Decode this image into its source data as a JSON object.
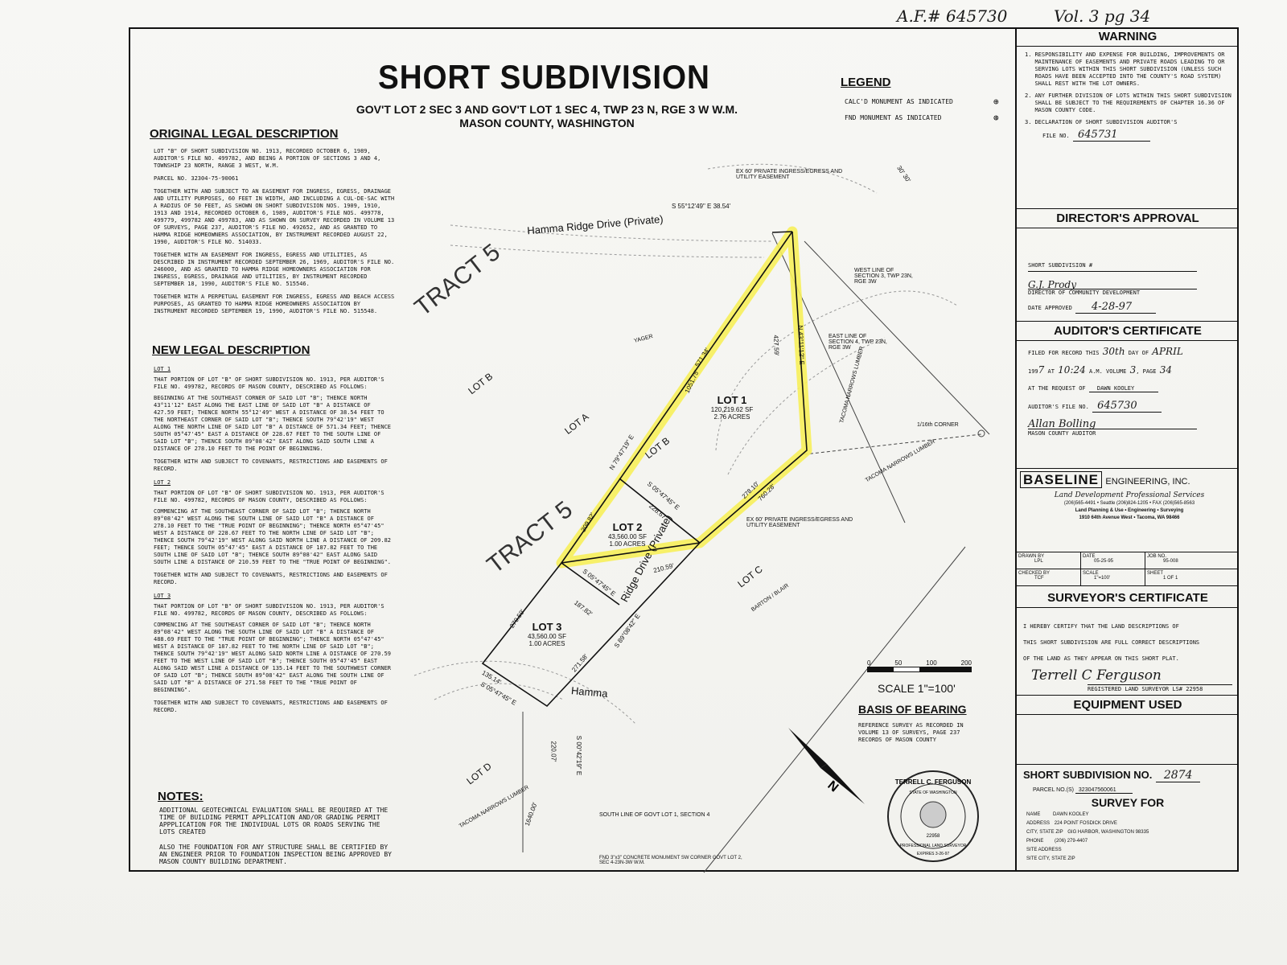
{
  "top_notes": {
    "af": "A.F.# 645730",
    "vol": "Vol. 3 pg 34"
  },
  "title": "SHORT SUBDIVISION",
  "subtitle_l1": "GOV'T LOT 2 SEC 3 AND GOV'T LOT 1 SEC 4, TWP 23 N, RGE 3 W W.M.",
  "subtitle_l2": "MASON COUNTY, WASHINGTON",
  "original_legal": {
    "heading": "ORIGINAL LEGAL DESCRIPTION",
    "p1": "LOT \"B\" OF SHORT SUBDIVISION NO. 1913, RECORDED OCTOBER 6, 1989, AUDITOR'S FILE NO. 499782, AND BEING A PORTION OF SECTIONS 3 AND 4, TOWNSHIP 23 NORTH, RANGE 3 WEST, W.M.",
    "p2": "PARCEL NO. 32304-75-90061",
    "p3": "TOGETHER WITH AND SUBJECT TO AN EASEMENT FOR INGRESS, EGRESS, DRAINAGE AND UTILITY PURPOSES, 60 FEET IN WIDTH, AND INCLUDING A CUL-DE-SAC WITH A RADIUS OF 50 FEET, AS SHOWN ON SHORT SUBDIVISION NOS. 1909, 1910, 1913 AND 1914, RECORDED OCTOBER 6, 1989, AUDITOR'S FILE NOS. 499778, 499779, 499782 AND 499783, AND AS SHOWN ON SURVEY RECORDED IN VOLUME 13 OF SURVEYS, PAGE 237, AUDITOR'S FILE NO. 492652, AND AS GRANTED TO HAMMA RIDGE HOMEOWNERS ASSOCIATION, BY INSTRUMENT RECORDED AUGUST 22, 1990, AUDITOR'S FILE NO. 514033.",
    "p4": "TOGETHER WITH AN EASEMENT FOR INGRESS, EGRESS AND UTILITIES, AS DESCRIBED IN INSTRUMENT RECORDED SEPTEMBER 26, 1969, AUDITOR'S FILE NO. 246000, AND AS GRANTED TO HAMMA RIDGE HOMEOWNERS ASSOCIATION FOR INGRESS, EGRESS, DRAINAGE AND UTILITIES, BY INSTRUMENT RECORDED SEPTEMBER 18, 1990, AUDITOR'S FILE NO. 515546.",
    "p5": "TOGETHER WITH A PERPETUAL EASEMENT FOR INGRESS, EGRESS AND BEACH ACCESS PURPOSES, AS GRANTED TO HAMMA RIDGE HOMEOWNERS ASSOCIATION BY INSTRUMENT RECORDED SEPTEMBER 19, 1990, AUDITOR'S FILE NO. 515548."
  },
  "new_legal": {
    "heading": "NEW LEGAL DESCRIPTION",
    "lot1_h": "LOT 1",
    "lot1": "THAT PORTION OF LOT \"B\" OF SHORT SUBDIVISION NO. 1913, PER AUDITOR'S FILE NO. 499782, RECORDS OF MASON COUNTY, DESCRIBED AS FOLLOWS:",
    "lot1_b": "BEGINNING AT THE SOUTHEAST CORNER OF SAID LOT \"B\"; THENCE NORTH 43°11'12\" EAST ALONG THE EAST LINE OF SAID LOT \"B\" A DISTANCE OF 427.59 FEET; THENCE NORTH 55°12'49\" WEST A DISTANCE OF 38.54 FEET TO THE NORTHEAST CORNER OF SAID LOT \"B\"; THENCE SOUTH 79°42'19\" WEST ALONG THE NORTH LINE OF SAID LOT \"B\" A DISTANCE OF 571.34 FEET; THENCE SOUTH 05°47'45\" EAST A DISTANCE OF 228.67 FEET TO THE SOUTH LINE OF SAID LOT \"B\"; THENCE SOUTH 89°08'42\" EAST ALONG SAID SOUTH LINE A DISTANCE OF 278.10 FEET TO THE POINT OF BEGINNING.",
    "lot1_c": "TOGETHER WITH AND SUBJECT TO COVENANTS, RESTRICTIONS AND EASEMENTS OF RECORD.",
    "lot2_h": "LOT 2",
    "lot2": "THAT PORTION OF LOT \"B\" OF SHORT SUBDIVISION NO. 1913, PER AUDITOR'S FILE NO. 499782, RECORDS OF MASON COUNTY, DESCRIBED AS FOLLOWS:",
    "lot2_b": "COMMENCING AT THE SOUTHEAST CORNER OF SAID LOT \"B\"; THENCE NORTH 89°08'42\" WEST ALONG THE SOUTH LINE OF SAID LOT \"B\" A DISTANCE OF 278.10 FEET TO THE \"TRUE POINT OF BEGINNING\"; THENCE NORTH 05°47'45\" WEST A DISTANCE OF 228.67 FEET TO THE NORTH LINE OF SAID LOT \"B\"; THENCE SOUTH 79°42'19\" WEST ALONG SAID NORTH LINE A DISTANCE OF 209.82 FEET; THENCE SOUTH 05°47'45\" EAST A DISTANCE OF 187.82 FEET TO THE SOUTH LINE OF SAID LOT \"B\"; THENCE SOUTH 89°08'42\" EAST ALONG SAID SOUTH LINE A DISTANCE OF 210.59 FEET TO THE \"TRUE POINT OF BEGINNING\".",
    "lot2_c": "TOGETHER WITH AND SUBJECT TO COVENANTS, RESTRICTIONS AND EASEMENTS OF RECORD.",
    "lot3_h": "LOT 3",
    "lot3": "THAT PORTION OF LOT \"B\" OF SHORT SUBDIVISION NO. 1913, PER AUDITOR'S FILE NO. 499782, RECORDS OF MASON COUNTY, DESCRIBED AS FOLLOWS:",
    "lot3_b": "COMMENCING AT THE SOUTHEAST CORNER OF SAID LOT \"B\"; THENCE NORTH 89°08'42\" WEST ALONG THE SOUTH LINE OF SAID LOT \"B\" A DISTANCE OF 488.69 FEET TO THE \"TRUE POINT OF BEGINNING\"; THENCE NORTH 05°47'45\" WEST A DISTANCE OF 187.82 FEET TO THE NORTH LINE OF SAID LOT \"B\"; THENCE SOUTH 79°42'19\" WEST ALONG SAID NORTH LINE A DISTANCE OF 270.59 FEET TO THE WEST LINE OF SAID LOT \"B\"; THENCE SOUTH 05°47'45\" EAST ALONG SAID WEST LINE A DISTANCE OF 135.14 FEET TO THE SOUTHWEST CORNER OF SAID LOT \"B\"; THENCE SOUTH 89°08'42\" EAST ALONG THE SOUTH LINE OF SAID LOT \"B\" A DISTANCE OF 271.58 FEET TO THE \"TRUE POINT OF BEGINNING\".",
    "lot3_c": "TOGETHER WITH AND SUBJECT TO COVENANTS, RESTRICTIONS AND EASEMENTS OF RECORD."
  },
  "notes": {
    "heading": "NOTES:",
    "n1": "ADDITIONAL GEOTECHNICAL EVALUATION SHALL BE REQUIRED AT THE TIME OF BUILDING PERMIT APPLICATION AND/OR GRADING PERMIT APPPLICATION FOR THE INDIVIDUAL LOTS OR ROADS SERVING THE LOTS CREATED",
    "n2": "ALSO THE FOUNDATION FOR ANY STRUCTURE SHALL BE CERTIFIED BY AN ENGINEER PRIOR TO FOUNDATION INSPECTION BEING APPROVED BY MASON COUNTY BUILDING DEPARTMENT."
  },
  "legend": {
    "heading": "LEGEND",
    "r1": "CALC'D MONUMENT AS INDICATED",
    "r2": "FND MONUMENT AS INDICATED"
  },
  "map": {
    "road_top": "Hamma Ridge Drive (Private)",
    "road_right": "Ridge Drive (Private)",
    "road_bottom": "Hamma",
    "tract5a": "TRACT 5",
    "tract5b": "TRACT 5",
    "lotA": "LOT A",
    "lotB1": "LOT B",
    "lotB2": "LOT B",
    "lotC": "LOT C",
    "lotD": "LOT D",
    "lot1": "LOT 1",
    "lot1_sf": "120,219.62 SF",
    "lot1_ac": "2.76 ACRES",
    "lot2": "LOT 2",
    "lot2_sf": "43,560.00 SF",
    "lot2_ac": "1.00 ACRES",
    "lot3": "LOT 3",
    "lot3_sf": "43,560.00 SF",
    "lot3_ac": "1.00 ACRES",
    "b_top": "S 55°12'49\" E 38.54'",
    "b_east": "N 43°11'12\" E",
    "d_east": "427.59'",
    "d_nw1": "1051.75'",
    "d_nw2": "571.34'",
    "b_nw": "N 79°47'19\" E",
    "d_lot2w": "209.82'",
    "b_mid": "S 05°47'45\" E",
    "d_mid": "228.67'",
    "d_se1": "278.10'",
    "d_se2": "760.28'",
    "d_lot2s": "210.59'",
    "b_lot3": "S 05°47'45\" E",
    "d_lot3": "187.82'",
    "b_south": "S 89°08'42\" E",
    "d_lot3w": "270.59'",
    "d_lot3s": "271.58'",
    "d_sw": "135.14'",
    "b_sw": "S 05°47'45\" E",
    "d_south": "220.07'",
    "b_south2": "S 00°42'19\" E",
    "d_bottom": "1640.00'",
    "ease_top": "EX 60' PRIVATE INGRESS/EGRESS AND UTILITY EASEMENT",
    "ease_mid": "EX 60' PRIVATE INGRESS/EGRESS AND UTILITY EASEMENT",
    "west_line": "WEST LINE OF SECTION 3, TWP 23N, RGE 3W",
    "east_line": "EAST LINE OF SECTION 4, TWP 23N, RGE 3W",
    "corner": "1/16th CORNER",
    "tacoma1": "TACOMA NARROWS LUMBER",
    "tacoma2": "TACOMA NARROWS LUMBER",
    "tacoma3": "TACOMA NARROWS LUMBER",
    "yager": "YAGER",
    "barton": "BARTON / BLAIR",
    "south_line": "SOUTH LINE OF GOVT LOT 1, SECTION 4",
    "fnd_conc": "FND 3\"x3\" CONCRETE MONUMENT SW CORNER GOVT LOT 2, SEC 4-23N-3W W.M.",
    "curve_note": "30' 30'",
    "scale_ticks": [
      "0",
      "50",
      "100",
      "200"
    ],
    "scale": "SCALE 1\"=100'",
    "basis_h": "BASIS OF BEARING",
    "basis": "REFERENCE SURVEY AS RECORDED IN VOLUME 13 OF SURVEYS, PAGE 237 RECORDS OF MASON COUNTY",
    "north": "N"
  },
  "side": {
    "warning_h": "WARNING",
    "w1": "RESPONSIBILITY AND EXPENSE FOR BUILDING, IMPROVEMENTS OR MAINTENANCE OF EASEMENTS AND PRIVATE ROADS LEADING TO OR SERVING LOTS WITHIN THIS SHORT SUBDIVISION (UNLESS SUCH ROADS HAVE BEEN ACCEPTED INTO THE COUNTY'S ROAD SYSTEM) SHALL REST WITH THE LOT OWNERS.",
    "w2": "ANY FURTHER DIVISION OF LOTS WITHIN THIS SHORT SUBDIVISION SHALL BE SUBJECT TO THE REQUIREMENTS OF CHAPTER 16.36 OF MASON COUNTY CODE.",
    "w3": "DECLARATION OF SHORT SUBDIVISION AUDITOR'S",
    "file_label": "FILE NO.",
    "file_no": "645731",
    "director_h": "DIRECTOR'S APPROVAL",
    "ss_label": "SHORT SUBDIVISION #",
    "dir_label": "DIRECTOR OF COMMUNITY DEVELOPMENT",
    "date_approved_label": "DATE APPROVED",
    "date_approved": "4-28-97",
    "auditor_h": "AUDITOR'S CERTIFICATE",
    "filed_label": "FILED FOR RECORD THIS",
    "day": "30th",
    "day_of": "DAY OF",
    "month": "APRIL",
    "year_pre": "199",
    "year": "7",
    "at": "AT",
    "time": "10:24",
    "am": "A.M. VOLUME",
    "volume": "3",
    "page_label": ", PAGE",
    "page": "34",
    "request_label": "AT THE REQUEST OF",
    "request": "DAWN KOOLEY",
    "aud_file_label": "AUDITOR'S FILE NO.",
    "aud_file": "645730",
    "county_aud": "MASON COUNTY AUDITOR",
    "baseline": "BASELINE",
    "baseline2": "ENGINEERING, INC.",
    "services": "Land Development Professional Services",
    "phones": "(206)565-4491 • Seattle (206)824-1205 • FAX (206)565-8563",
    "disciplines": "Land Planning & Use • Engineering • Surveying",
    "address": "1910 64th Avenue West • Tacoma, WA 98466",
    "drawn_by_l": "DRAWN BY",
    "drawn_by": "LPL",
    "date_l": "DATE",
    "date": "05-25-95",
    "job_l": "JOB NO.",
    "job": "95-008",
    "checked_l": "CHECKED BY",
    "checked": "TCF",
    "scale_l": "SCALE",
    "scale": "1\"=100'",
    "sheet_l": "SHEET",
    "sheet": "1 OF 1",
    "surveyor_h": "SURVEYOR'S CERTIFICATE",
    "cert1": "I HEREBY CERTIFY THAT THE LAND DESCRIPTIONS OF",
    "cert2": "THIS SHORT SUBDIVISION ARE FULL CORRECT DESCRIPTIONS",
    "cert3": "OF THE LAND AS THEY APPEAR ON THIS SHORT PLAT.",
    "sig": "Terrell C Ferguson",
    "reg": "REGISTERED LAND SURVEYOR LS# 22958",
    "equipment_h": "EQUIPMENT USED",
    "ss_no_label": "SHORT SUBDIVISION NO.",
    "ss_no": "2874",
    "parcel_label": "PARCEL NO.(S)",
    "parcel": "323047560061",
    "survey_for_h": "SURVEY FOR",
    "name_l": "NAME",
    "name": "DAWN KOOLEY",
    "addr_l": "ADDRESS",
    "addr": "224 POINT FOSDICK DRIVE",
    "city_l": "CITY, STATE ZIP",
    "city": "GIG HARBOR, WASHINGTON 98335",
    "phone_l": "PHONE",
    "phone": "(206) 279-4407",
    "site_l": "SITE ADDRESS",
    "site_city_l": "SITE CITY, STATE ZIP"
  },
  "seal": {
    "name": "TERRELL C. FERGUSON",
    "state": "STATE OF WASHINGTON",
    "num": "22958",
    "prof": "PROFESSIONAL LAND SURVEYOR",
    "expires": "EXPIRES 3-26-97"
  }
}
